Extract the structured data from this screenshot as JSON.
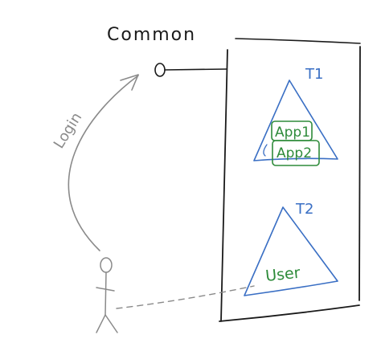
{
  "labels": {
    "common": "Common",
    "login": "Login",
    "tenant1": "T1",
    "tenant2": "T2",
    "app1": "App1",
    "app2": "App2",
    "user": "User"
  },
  "colors": {
    "ink_black": "#1a1a1a",
    "ink_gray": "#8a8a8a",
    "ink_blue": "#3a6fc4",
    "ink_green": "#2e8b3a"
  }
}
